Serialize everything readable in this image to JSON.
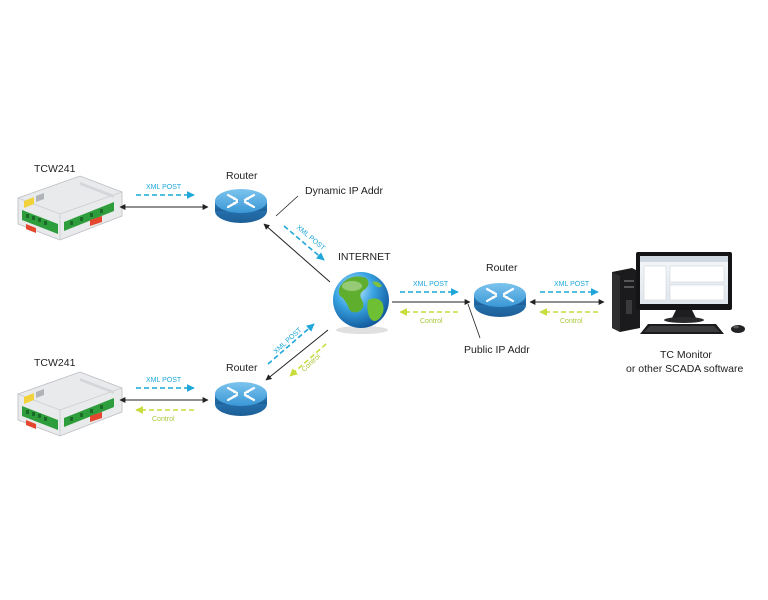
{
  "devices": {
    "device_top": "TCW241",
    "device_bottom": "TCW241"
  },
  "routers": {
    "router_top": "Router",
    "router_bottom": "Router",
    "router_right": "Router"
  },
  "internet": "INTERNET",
  "addresses": {
    "dynamic": "Dynamic IP Addr",
    "public": "Public IP Addr"
  },
  "flows": {
    "xml_post": "XML POST",
    "control": "Control"
  },
  "monitor": {
    "line1": "TC Monitor",
    "line2": "or other SCADA software"
  },
  "colors": {
    "xml_post": "#1fa7d9",
    "control": "#c8dc3c",
    "router": "#2f8fd0",
    "link": "#222222"
  }
}
